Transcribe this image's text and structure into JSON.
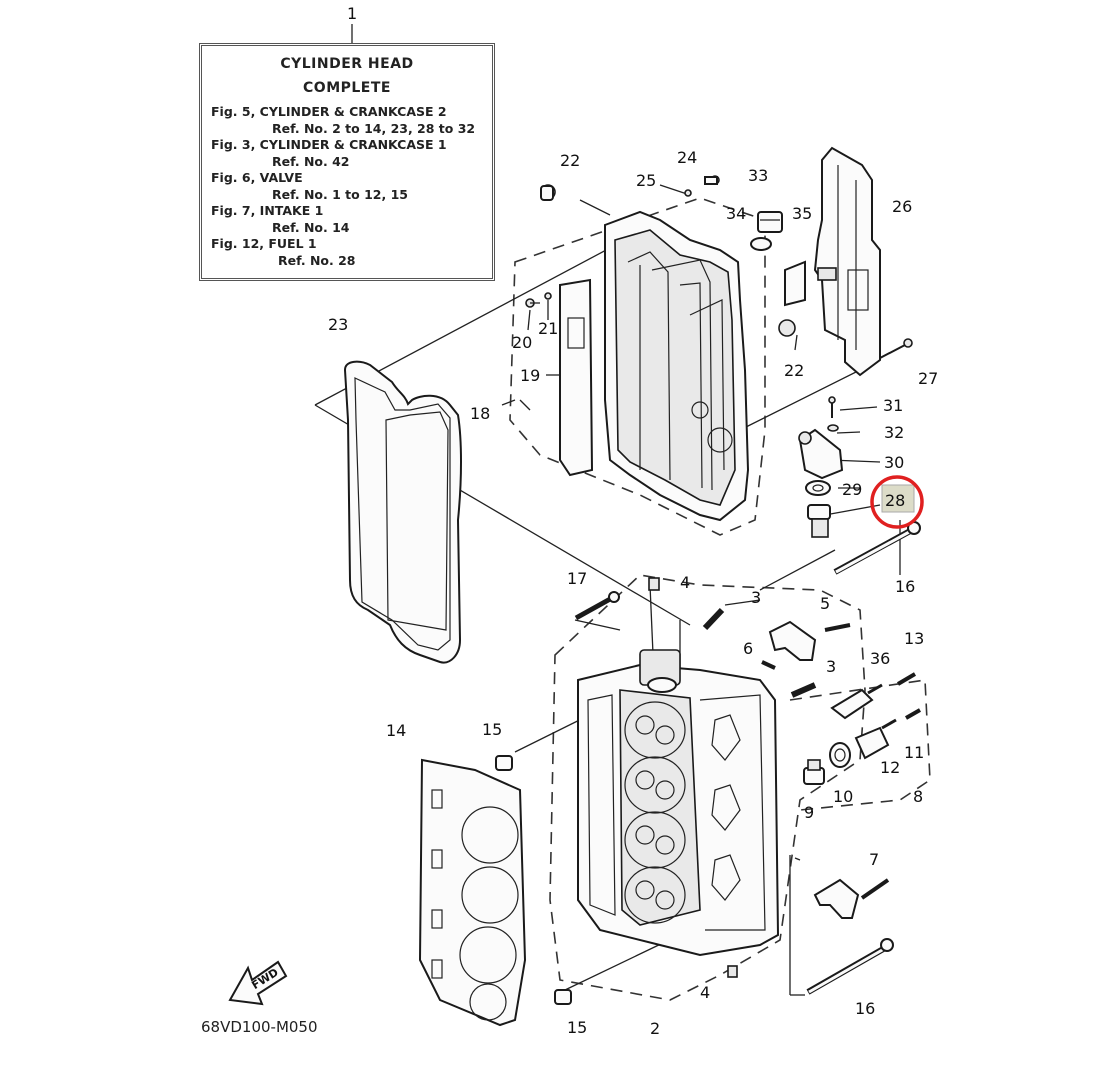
{
  "note_box": {
    "title_line1": "CYLINDER HEAD",
    "title_line2": "COMPLETE",
    "rows": [
      {
        "fig": "Fig. 5, CYLINDER & CRANKCASE 2",
        "ref": "Ref. No. 2 to 14, 23, 28 to 32"
      },
      {
        "fig": "Fig. 3, CYLINDER & CRANKCASE 1",
        "ref": "Ref. No. 42"
      },
      {
        "fig": "Fig. 6, VALVE",
        "ref": "Ref. No. 1 to 12, 15"
      },
      {
        "fig": "Fig. 7, INTAKE 1",
        "ref": "Ref. No. 14"
      },
      {
        "fig": "Fig. 12, FUEL 1",
        "ref": "Ref. No. 28"
      }
    ]
  },
  "callouts": {
    "c1": "1",
    "c2": "2",
    "c3a": "3",
    "c3b": "3",
    "c4a": "4",
    "c4b": "4",
    "c5": "5",
    "c6": "6",
    "c7": "7",
    "c8": "8",
    "c9": "9",
    "c10": "10",
    "c11": "11",
    "c12": "12",
    "c13": "13",
    "c14": "14",
    "c15a": "15",
    "c15b": "15",
    "c16a": "16",
    "c16b": "16",
    "c17": "17",
    "c18": "18",
    "c19": "19",
    "c20": "20",
    "c21": "21",
    "c22a": "22",
    "c22b": "22",
    "c23": "23",
    "c24": "24",
    "c25": "25",
    "c26": "26",
    "c27": "27",
    "c28": "28",
    "c29": "29",
    "c30": "30",
    "c31": "31",
    "c32": "32",
    "c33": "33",
    "c34": "34",
    "c35": "35",
    "c36": "36"
  },
  "highlight": {
    "part": "28",
    "circle_color": "#e02020",
    "fill_color": "#dcdcc8"
  },
  "fwd_label": "FWD",
  "drawing_code": "68VD100-M050"
}
